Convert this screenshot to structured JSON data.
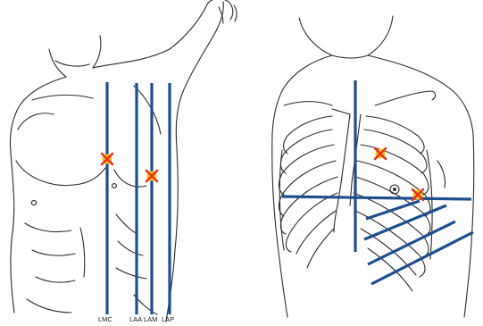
{
  "colors": {
    "outline": "#2b2b2b",
    "line_blue": "#1f4e8c",
    "marker_red": "#e8321e",
    "marker_yellow": "#f2c419",
    "background": "#ffffff"
  },
  "left_panel": {
    "line_labels": [
      "LMC",
      "LAA",
      "LAM",
      "LAP"
    ]
  },
  "right_panel": {
    "marker_count": 2
  }
}
